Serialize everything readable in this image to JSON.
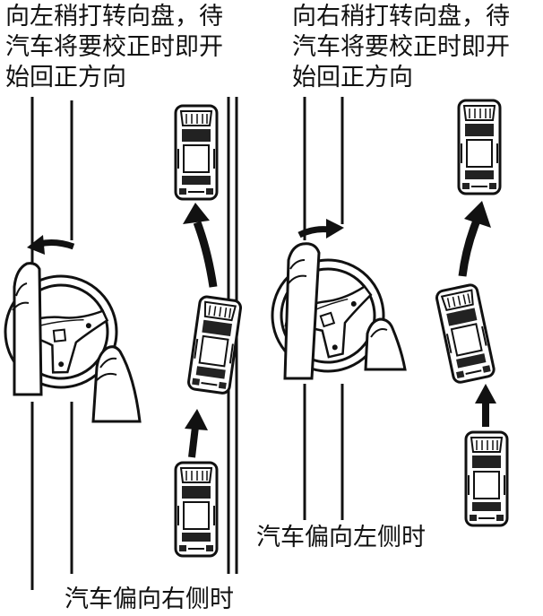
{
  "left_panel": {
    "instruction": [
      "向左稍打转向盘，待",
      "汽车将要校正时即开",
      "始回正方向"
    ],
    "caption": "汽车偏向右侧时"
  },
  "right_panel": {
    "instruction": [
      "向右稍打转向盘，待",
      "汽车将要校正时即开",
      "始回正方向"
    ],
    "caption": "汽车偏向左侧时"
  },
  "colors": {
    "ink": "#111111",
    "car_dark": "#222222",
    "background": "#ffffff"
  }
}
